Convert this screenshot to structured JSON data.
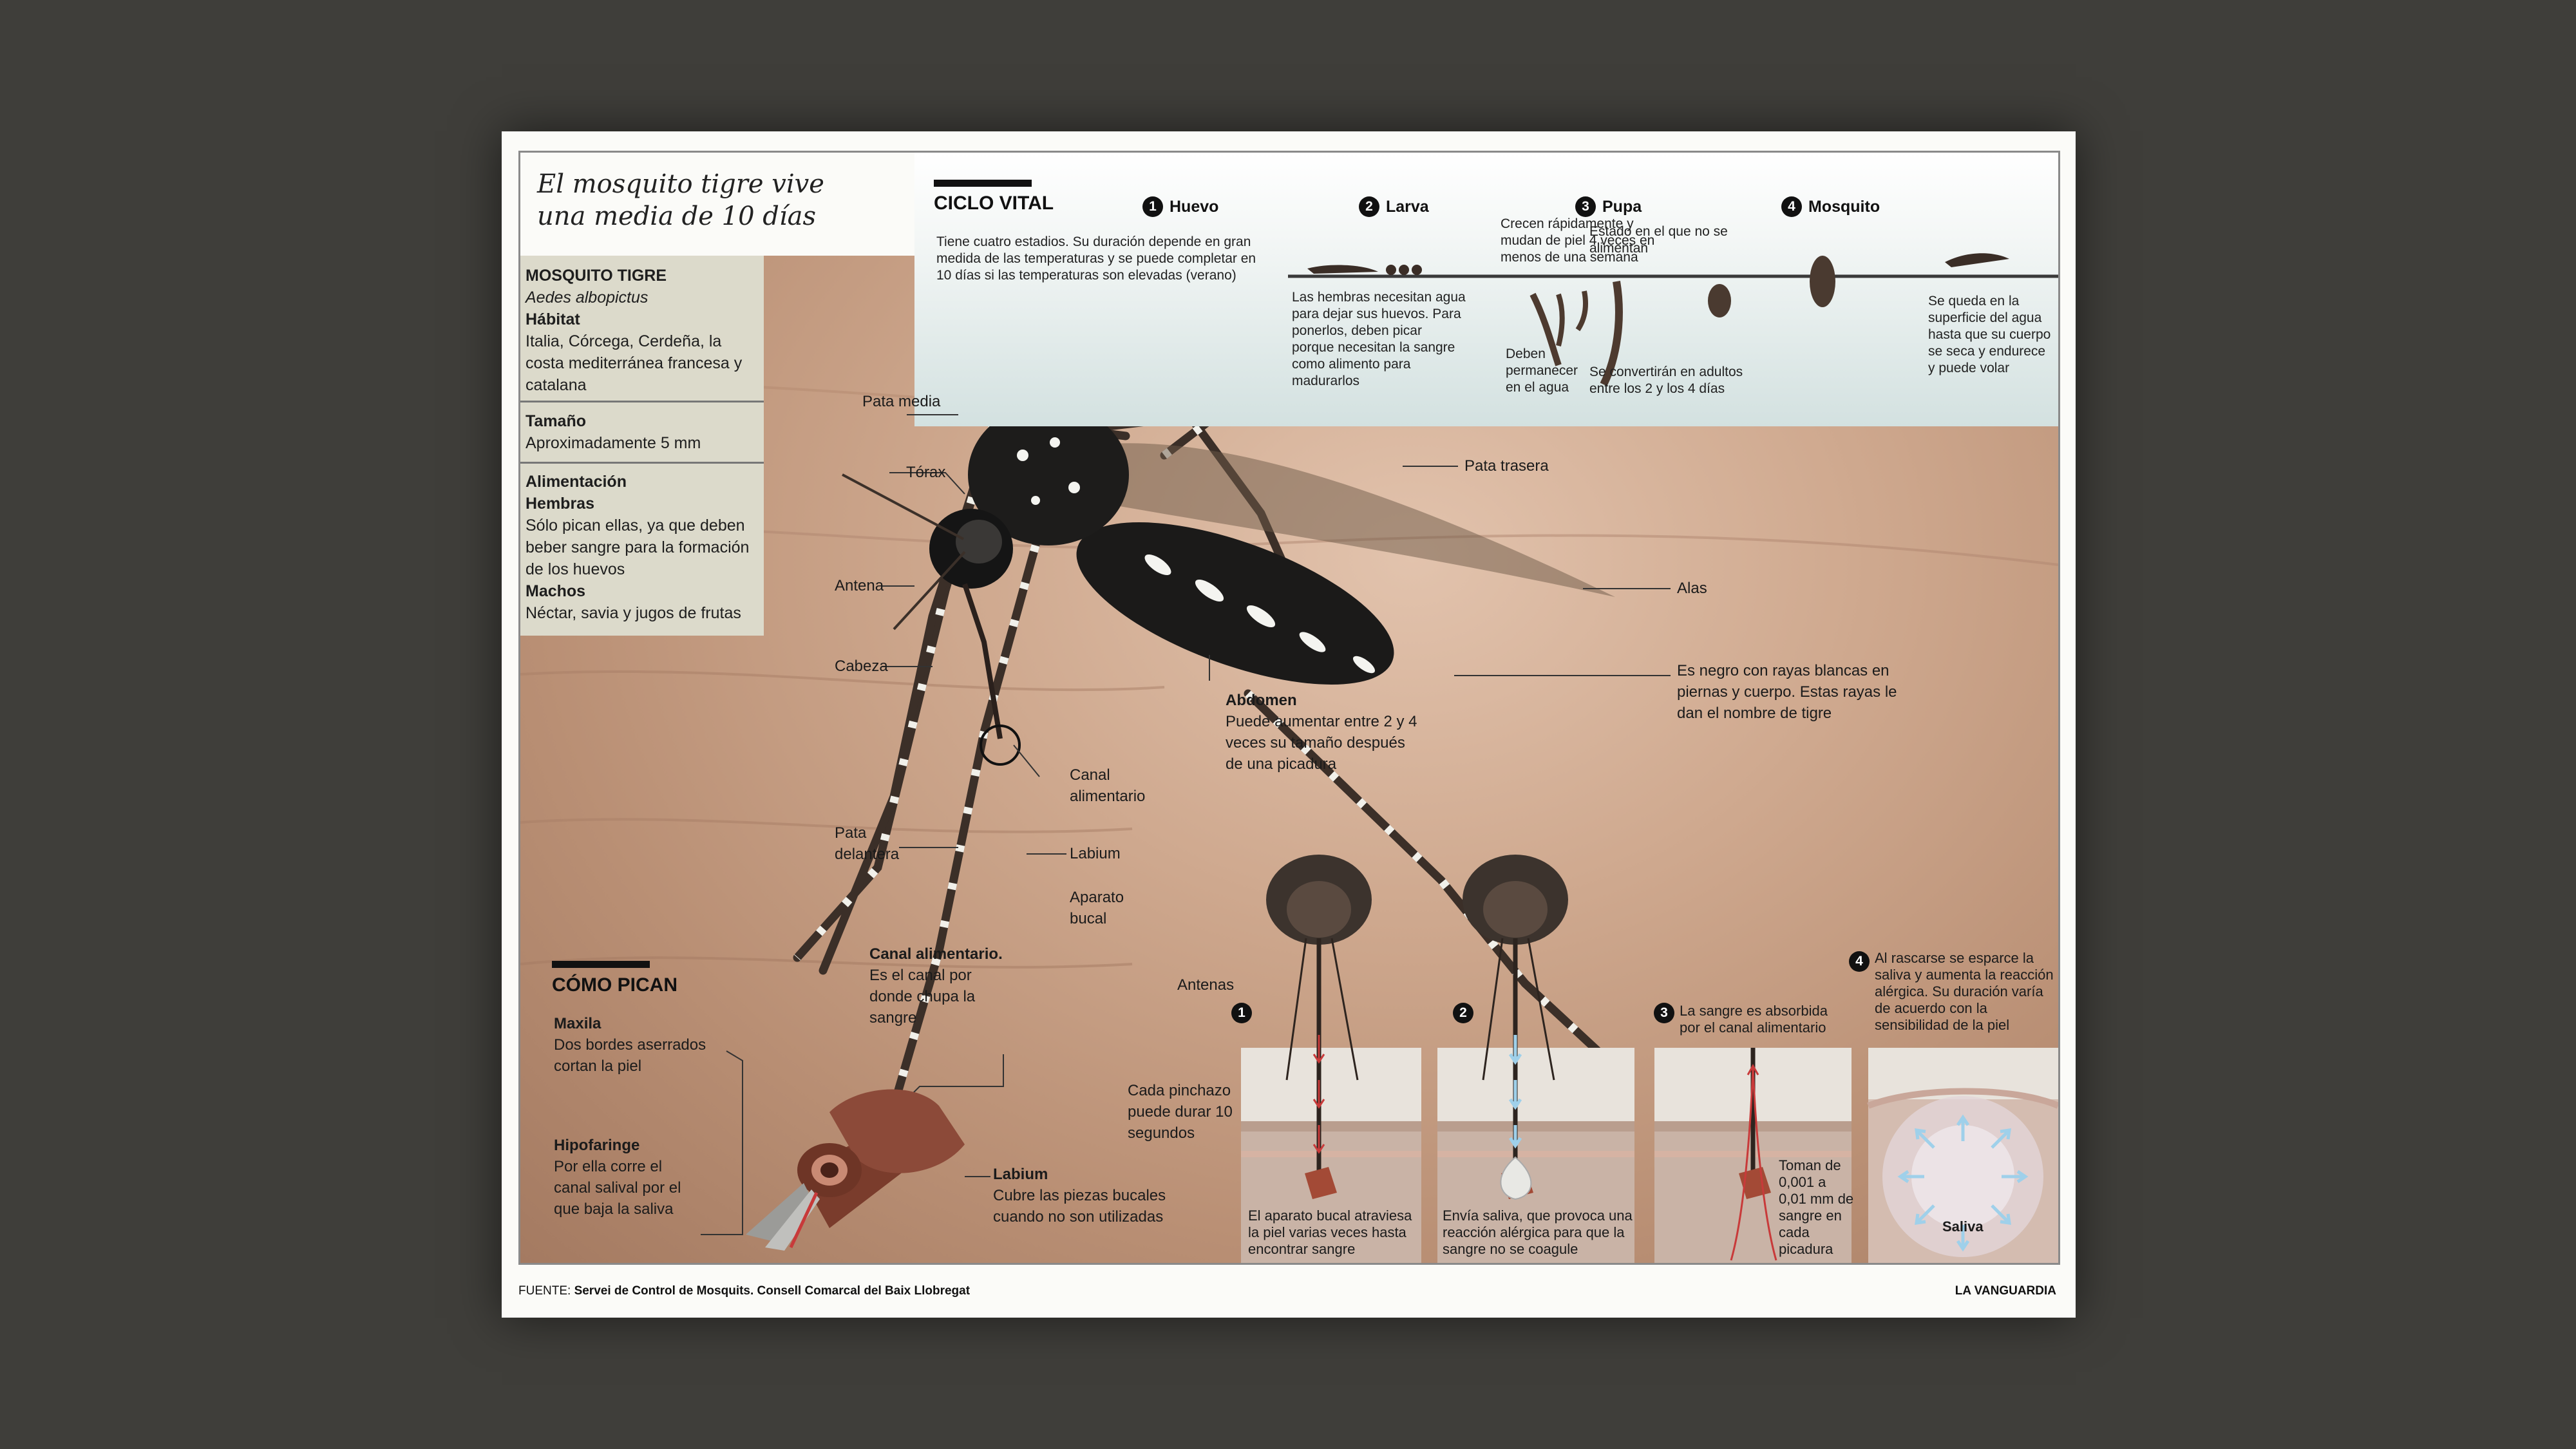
{
  "title": {
    "line1": "El mosquito tigre vive",
    "line2": "una media de 10 días"
  },
  "info": {
    "species_head": "MOSQUITO TIGRE",
    "species_latin": "Aedes albopictus",
    "habitat_head": "Hábitat",
    "habitat_text": "Italia, Córcega, Cerdeña, la costa mediterránea francesa y catalana",
    "size_head": "Tamaño",
    "size_text": "Aproximadamente 5 mm",
    "food_head": "Alimentación",
    "females_head": "Hembras",
    "females_text": "Sólo pican ellas, ya que deben beber sangre para la formación de los huevos",
    "males_head": "Machos",
    "males_text": "Néctar, savia y jugos de frutas"
  },
  "cycle": {
    "heading": "CICLO VITAL",
    "intro": "Tiene cuatro estadios.  Su duración depende en gran medida de las temperaturas y se puede completar en 10 días si las temperaturas son elevadas (verano)",
    "stages": [
      {
        "num": "1",
        "name": "Huevo",
        "text": "Las hembras necesitan agua para dejar sus huevos. Para ponerlos, deben picar porque necesitan la sangre como alimento para madurarlos"
      },
      {
        "num": "2",
        "name": "Larva",
        "text": "Crecen rápidamente y mudan de piel 4 veces en menos de una semana",
        "text2": "Deben permanecer en el agua"
      },
      {
        "num": "3",
        "name": "Pupa",
        "text": "Estado en el que no se alimentan",
        "text2": "Se convertirán en adultos entre los 2 y los 4 días"
      },
      {
        "num": "4",
        "name": "Mosquito",
        "text": "Se queda en la superficie del agua hasta que su cuerpo se seca y endurece y puede volar"
      }
    ]
  },
  "anatomy": {
    "pata_media": "Pata media",
    "torax": "Tórax",
    "antena": "Antena",
    "cabeza": "Cabeza",
    "pata_delantera": "Pata delantera",
    "canal_alimentario": "Canal alimentario",
    "labium": "Labium",
    "aparato_bucal": "Aparato bucal",
    "pata_trasera": "Pata trasera",
    "alas": "Alas",
    "abdomen_head": "Abdomen",
    "abdomen_text": "Puede aumentar entre 2 y 4 veces su tamaño después de una picadura",
    "stripes_text": "Es negro con rayas blancas en piernas y cuerpo. Estas rayas le dan el nombre de tigre"
  },
  "bite": {
    "heading": "CÓMO PICAN",
    "maxila_head": "Maxila",
    "maxila_text": "Dos bordes aserrados cortan la piel",
    "hipofaringe_head": "Hipofaringe",
    "hipofaringe_text": "Por ella corre el canal salival por el que baja la saliva",
    "canal_head": "Canal alimentario.",
    "canal_text": "Es el canal por donde chupa la sangre",
    "labium_head": "Labium",
    "labium_text": "Cubre las piezas bucales cuando no son utilizadas",
    "antenas": "Antenas",
    "duration": "Cada pinchazo puede durar 10 segundos",
    "steps": [
      {
        "num": "1",
        "text": "El aparato bucal atraviesa la piel varias veces hasta encontrar sangre"
      },
      {
        "num": "2",
        "text": "Envía saliva, que provoca una reacción alérgica para que la sangre no se coagule"
      },
      {
        "num": "3",
        "text": "La sangre es absorbida por el canal alimentario",
        "text2": "Toman de 0,001 a 0,01 mm de sangre en cada picadura"
      },
      {
        "num": "4",
        "text": "Al rascarse se esparce la saliva y aumenta la reacción alérgica. Su duración varía  de acuerdo con la sensibilidad de la piel",
        "saliva": "Saliva"
      }
    ]
  },
  "footer": {
    "source_label": "FUENTE:",
    "source": "Servei de Control de Mosquits. Consell Comarcal del Baix Llobregat",
    "brand": "LA VANGUARDIA"
  },
  "colors": {
    "background": "#3f3e3a",
    "sheet": "#fbfbf8",
    "infobox": "#dcdacb",
    "skin": "#c9a68d",
    "proboscis": "#a34a36",
    "saliva_arrow": "#9fd0ea",
    "blood_line": "#c83a3a"
  }
}
